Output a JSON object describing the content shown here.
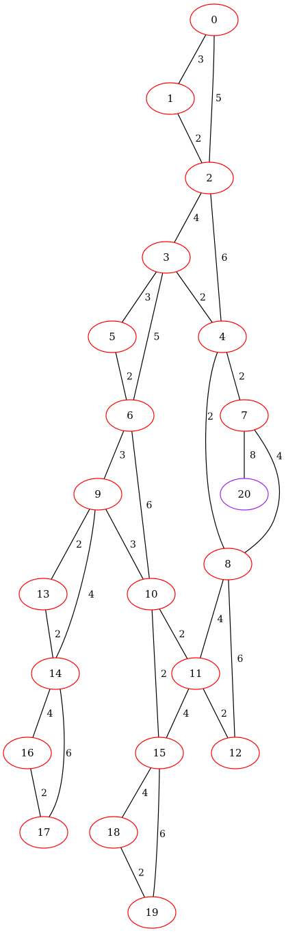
{
  "colors": {
    "default_node": "#ff0000",
    "highlight_node": "#a020f0",
    "edge": "#000000"
  },
  "nodes": [
    {
      "id": "0",
      "label": "0"
    },
    {
      "id": "1",
      "label": "1"
    },
    {
      "id": "2",
      "label": "2"
    },
    {
      "id": "3",
      "label": "3"
    },
    {
      "id": "4",
      "label": "4"
    },
    {
      "id": "5",
      "label": "5"
    },
    {
      "id": "6",
      "label": "6"
    },
    {
      "id": "7",
      "label": "7"
    },
    {
      "id": "8",
      "label": "8"
    },
    {
      "id": "9",
      "label": "9"
    },
    {
      "id": "10",
      "label": "10"
    },
    {
      "id": "11",
      "label": "11"
    },
    {
      "id": "12",
      "label": "12"
    },
    {
      "id": "13",
      "label": "13"
    },
    {
      "id": "14",
      "label": "14"
    },
    {
      "id": "15",
      "label": "15"
    },
    {
      "id": "16",
      "label": "16"
    },
    {
      "id": "17",
      "label": "17"
    },
    {
      "id": "18",
      "label": "18"
    },
    {
      "id": "19",
      "label": "19"
    },
    {
      "id": "20",
      "label": "20",
      "highlight": true
    }
  ],
  "edges": [
    {
      "from": "0",
      "to": "1",
      "weight": "3"
    },
    {
      "from": "0",
      "to": "2",
      "weight": "5"
    },
    {
      "from": "1",
      "to": "2",
      "weight": "2"
    },
    {
      "from": "2",
      "to": "3",
      "weight": "4"
    },
    {
      "from": "2",
      "to": "4",
      "weight": "6"
    },
    {
      "from": "3",
      "to": "5",
      "weight": "3"
    },
    {
      "from": "3",
      "to": "6",
      "weight": "5"
    },
    {
      "from": "3",
      "to": "4",
      "weight": "2"
    },
    {
      "from": "5",
      "to": "6",
      "weight": "2"
    },
    {
      "from": "4",
      "to": "7",
      "weight": "2"
    },
    {
      "from": "4",
      "to": "8",
      "weight": "2"
    },
    {
      "from": "7",
      "to": "20",
      "weight": "8"
    },
    {
      "from": "7",
      "to": "8",
      "weight": "4"
    },
    {
      "from": "6",
      "to": "9",
      "weight": "3"
    },
    {
      "from": "6",
      "to": "10",
      "weight": "6"
    },
    {
      "from": "9",
      "to": "13",
      "weight": "2"
    },
    {
      "from": "9",
      "to": "14",
      "weight": "4"
    },
    {
      "from": "9",
      "to": "10",
      "weight": "3"
    },
    {
      "from": "8",
      "to": "11",
      "weight": "4"
    },
    {
      "from": "8",
      "to": "12",
      "weight": "6"
    },
    {
      "from": "13",
      "to": "14",
      "weight": "2"
    },
    {
      "from": "10",
      "to": "11",
      "weight": "2"
    },
    {
      "from": "10",
      "to": "15",
      "weight": "2"
    },
    {
      "from": "11",
      "to": "12",
      "weight": "2"
    },
    {
      "from": "11",
      "to": "15",
      "weight": "4"
    },
    {
      "from": "14",
      "to": "16",
      "weight": "4"
    },
    {
      "from": "14",
      "to": "17",
      "weight": "6"
    },
    {
      "from": "16",
      "to": "17",
      "weight": "2"
    },
    {
      "from": "15",
      "to": "18",
      "weight": "4"
    },
    {
      "from": "15",
      "to": "19",
      "weight": "6"
    },
    {
      "from": "18",
      "to": "19",
      "weight": "2"
    }
  ]
}
